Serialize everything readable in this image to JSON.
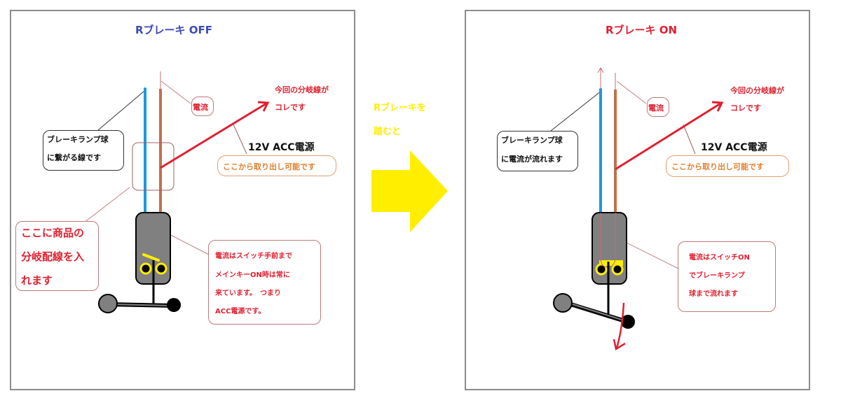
{
  "left_panel": {
    "title": "Rブレーキ OFF",
    "title_color": "#3c4bb4",
    "current_label": "電流",
    "branch_label": [
      "今回の分岐線が",
      "コレです"
    ],
    "acc_label": "12V ACC電源",
    "acc_note": "ここから取り出し可能です",
    "lamp_wire_note": [
      "ブレーキランプ球",
      "に繋がる線です"
    ],
    "insert_note": [
      "ここに商品の",
      "分岐配線を入",
      "れます"
    ],
    "switch_note": [
      "電流はスイッチ手前まで",
      "メインキーON時は常に",
      "来ています。　つまり",
      "ACC電源です。"
    ]
  },
  "transition": {
    "label": [
      "Rブレーキを",
      "踏むと"
    ],
    "color": "#ffee00"
  },
  "right_panel": {
    "title": "Rブレーキ ON",
    "title_color": "#e02030",
    "current_label": "電流",
    "branch_label": [
      "今回の分岐線が",
      "コレです"
    ],
    "acc_label": "12V ACC電源",
    "acc_note": "ここから取り出し可能です",
    "lamp_wire_note": [
      "ブレーキランプ球",
      "に電流が流れます"
    ],
    "switch_note": [
      "電流はスイッチON",
      "でブレーキランプ",
      "球まで流れます"
    ]
  },
  "colors": {
    "blue_wire": "#1a9ad8",
    "brown_wire": "#c0704c",
    "red_accent": "#e02030",
    "orange_text": "#e08030",
    "switch_body": "#808080",
    "contact": "#ffee00"
  }
}
